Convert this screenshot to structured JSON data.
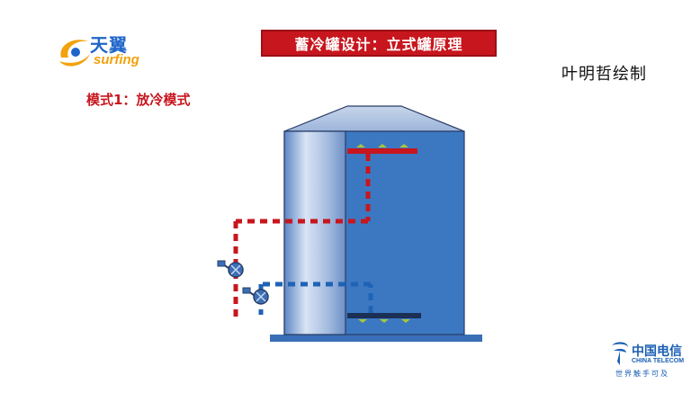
{
  "brand": {
    "name_cn": "天翼",
    "name_en": "surfing"
  },
  "title": "蓄冷罐设计：立式罐原理",
  "author": "叶明哲绘制",
  "mode_label": "模式1：放冷模式",
  "footer_brand": {
    "name_cn": "中国电信",
    "name_en": "CHINA TELECOM",
    "slogan": "世界触手可及"
  },
  "icons": {
    "brand": "surfing-swirl-icon",
    "valve": "valve-icon",
    "telecom": "china-telecom-icon"
  },
  "colors": {
    "title_bg": "#c8161e",
    "warm_pipe": "#c8161e",
    "cold_pipe": "#1f63b6",
    "tank_body": "#3c78c2",
    "diffuser": "#a8c63a",
    "mode_text": "#c8161e"
  }
}
